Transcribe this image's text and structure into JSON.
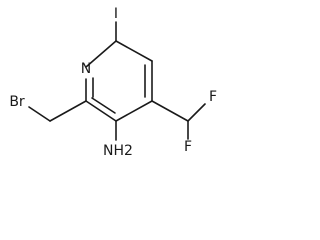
{
  "molecule": {
    "atoms": {
      "iodine": "I",
      "ring_nitrogen": "N",
      "bromine": "Br",
      "amine": "NH2",
      "fluorine_top": "F",
      "fluorine_bottom": "F"
    }
  }
}
